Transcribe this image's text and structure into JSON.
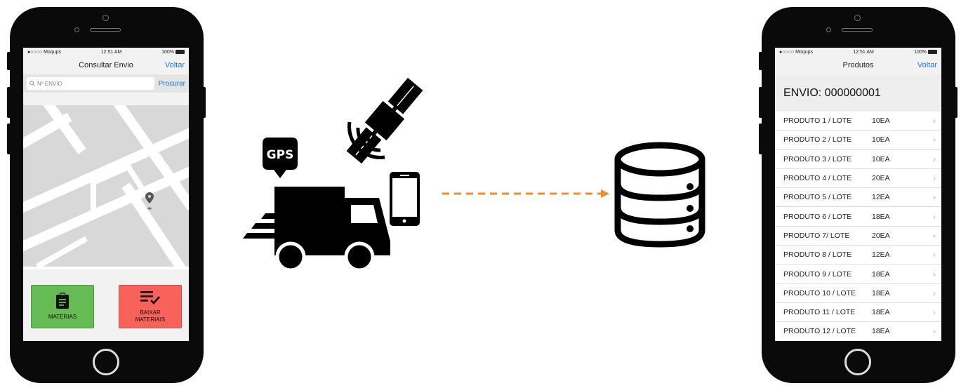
{
  "left_phone": {
    "status": {
      "carrier": "●○○○○ Moqups",
      "time": "12:51 AM",
      "battery": "100%"
    },
    "nav": {
      "title": "Consultar Envio",
      "back": "Voltar"
    },
    "search": {
      "placeholder": "Nº ENVIO",
      "button": "Procurar"
    },
    "actions": {
      "materias": "MATERIAS",
      "baixar_line1": "BAIXAR",
      "baixar_line2": "MATERIAIS"
    },
    "colors": {
      "green": "#66bb55",
      "red": "#f8625a",
      "link": "#1a7ae0"
    }
  },
  "center": {
    "gps_label": "GPS",
    "arrow_color": "#f08c2a",
    "icons": [
      "satellite-icon",
      "gps-pin-icon",
      "delivery-truck-icon",
      "smartphone-icon",
      "database-icon"
    ]
  },
  "right_phone": {
    "status": {
      "carrier": "●○○○○ Moqups",
      "time": "12:51 AM",
      "battery": "100%"
    },
    "nav": {
      "title": "Produtos",
      "back": "Voltar"
    },
    "envio": "ENVIO: 000000001",
    "products": [
      {
        "name": "PRODUTO 1 / LOTE",
        "qty": "10EA"
      },
      {
        "name": "PRODUTO 2 / LOTE",
        "qty": "10EA"
      },
      {
        "name": "PRODUTO 3 / LOTE",
        "qty": "10EA"
      },
      {
        "name": "PRODUTO 4 / LOTE",
        "qty": "20EA"
      },
      {
        "name": "PRODUTO 5 / LOTE",
        "qty": "12EA"
      },
      {
        "name": "PRODUTO 6 / LOTE",
        "qty": "18EA"
      },
      {
        "name": "PRODUTO 7/ LOTE",
        "qty": "20EA"
      },
      {
        "name": "PRODUTO 8 / LOTE",
        "qty": "12EA"
      },
      {
        "name": "PRODUTO 9 / LOTE",
        "qty": "18EA"
      },
      {
        "name": "PRODUTO 10 / LOTE",
        "qty": "18EA"
      },
      {
        "name": "PRODUTO 11 / LOTE",
        "qty": "18EA"
      },
      {
        "name": "PRODUTO 12 / LOTE",
        "qty": "18EA"
      }
    ]
  }
}
